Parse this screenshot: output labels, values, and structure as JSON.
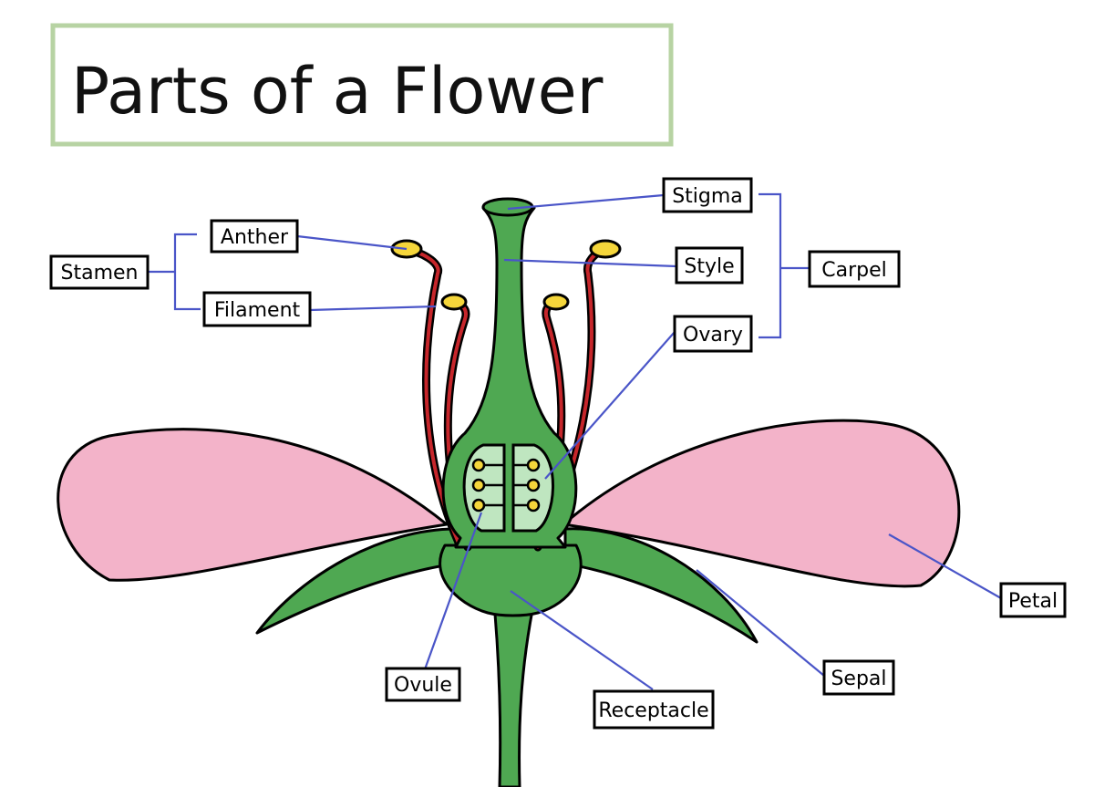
{
  "title": "Parts of a Flower",
  "colors": {
    "title_border": "#b7d3a3",
    "green": "#4fa852",
    "ovary_inner": "#bfe6c0",
    "petal": "#f3b3c9",
    "filament": "#c6262b",
    "anther": "#f5d63b",
    "leader": "#4a55c8"
  },
  "labels": {
    "stamen": "Stamen",
    "anther": "Anther",
    "filament": "Filament",
    "stigma": "Stigma",
    "style": "Style",
    "ovary": "Ovary",
    "carpel": "Carpel",
    "petal": "Petal",
    "sepal": "Sepal",
    "ovule": "Ovule",
    "receptacle": "Receptacle"
  }
}
